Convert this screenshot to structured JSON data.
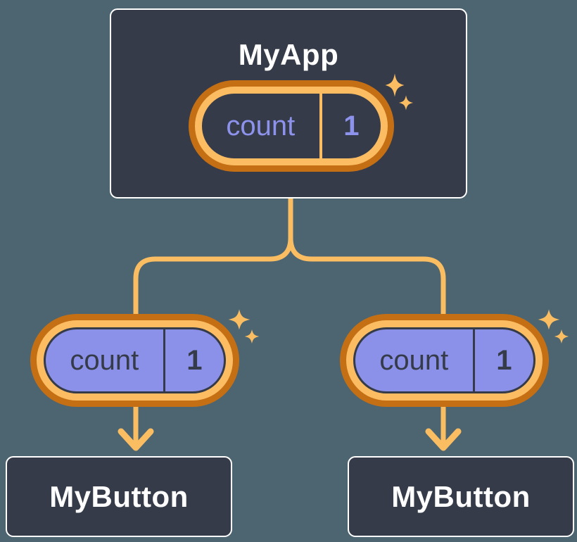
{
  "diagram": {
    "root": {
      "title": "MyApp",
      "state": {
        "label": "count",
        "value": "1"
      }
    },
    "children": [
      {
        "title": "MyButton",
        "prop": {
          "label": "count",
          "value": "1"
        }
      },
      {
        "title": "MyButton",
        "prop": {
          "label": "count",
          "value": "1"
        }
      }
    ]
  },
  "colors": {
    "background": "#4D6570",
    "card_fill": "#353B48",
    "card_border": "#FFFFFF",
    "pill_outer_ring": "#C56F15",
    "pill_inner_ring": "#FBBC62",
    "pill_purple_fill": "#8B90E8",
    "connector_line": "#FABD62",
    "sparkle": "#FABD62",
    "text_light": "#FFFFFF",
    "text_purple": "#8D92EC",
    "text_dark": "#353B48"
  }
}
